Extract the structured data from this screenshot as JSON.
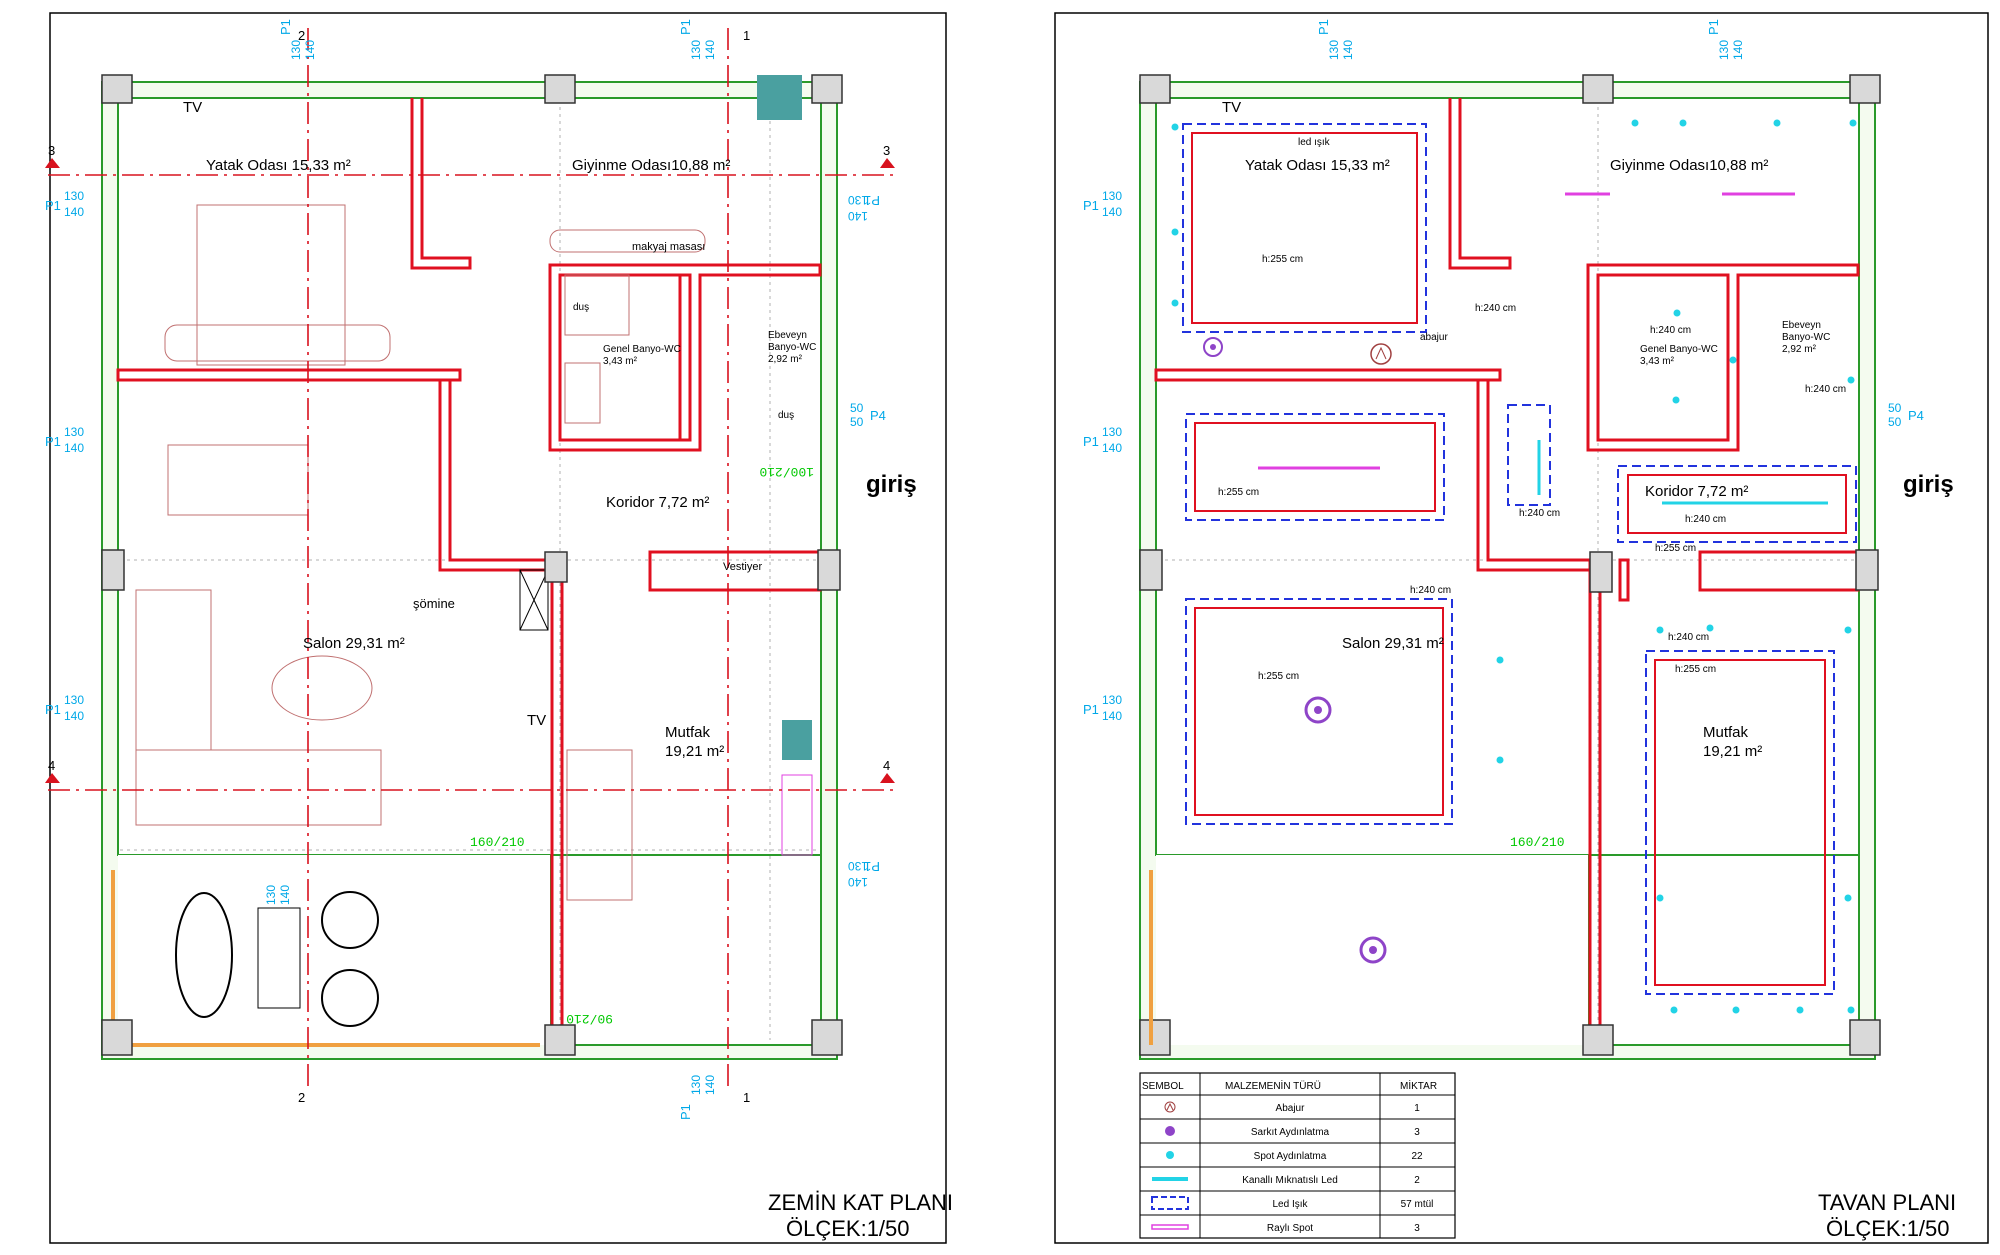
{
  "left_plan": {
    "title": "ZEMİN KAT PLANI",
    "scale": "ÖLÇEK:1/50",
    "rooms": {
      "yatak": "Yatak  Odası 15,33 m²",
      "giyinme": "Giyinme Odası10,88 m²",
      "genel_banyo_1": "Genel Banyo-WC",
      "genel_banyo_2": "3,43 m²",
      "ebeveyn_1": "Ebeveyn",
      "ebeveyn_2": "Banyo-WC",
      "ebeveyn_3": "2,92 m²",
      "koridor": "Koridor 7,72 m²",
      "salon": "Salon 29,31 m²",
      "mutfak_1": "Mutfak",
      "mutfak_2": "19,21 m²"
    },
    "labels": {
      "tv_top": "TV",
      "tv_salon": "TV",
      "makyaj": "makyaj masası",
      "dus_1": "duş",
      "dus_2": "duş",
      "somine": "şömine",
      "vestiyer": "Vestiyer",
      "giris": "giriş"
    },
    "axes": {
      "a1": "1",
      "a2": "2",
      "a3": "3",
      "a4": "4"
    },
    "windows": {
      "p1": "P1",
      "p4": "P4",
      "w_num": "130",
      "w_den": "140",
      "p4_num": "50",
      "p4_den": "50"
    },
    "doors": {
      "entry": "100/210",
      "balcony": "160/210",
      "kitchen": "90/210"
    }
  },
  "right_plan": {
    "title": "TAVAN PLANI",
    "scale": "ÖLÇEK:1/50",
    "rooms": {
      "yatak": "Yatak  Odası 15,33 m²",
      "giyinme": "Giyinme Odası10,88 m²",
      "genel_banyo_1": "Genel Banyo-WC",
      "genel_banyo_2": "3,43 m²",
      "ebeveyn_1": "Ebeveyn",
      "ebeveyn_2": "Banyo-WC",
      "ebeveyn_3": "2,92 m²",
      "koridor": "Koridor 7,72 m²",
      "salon": "Salon 29,31 m²",
      "mutfak_1": "Mutfak",
      "mutfak_2": "19,21 m²"
    },
    "labels": {
      "tv_top": "TV",
      "giris": "giriş",
      "abajur": "abajur",
      "led_isik": "led ışık"
    },
    "heights": {
      "h255": "h:255 cm",
      "h240": "h:240 cm"
    },
    "legend": {
      "headers": [
        "SEMBOL",
        "MALZEMENİN TÜRÜ",
        "MİKTAR"
      ],
      "rows": [
        {
          "icon": "abajur-symbol-icon",
          "name": "Abajur",
          "qty": "1"
        },
        {
          "icon": "pendant-light-icon",
          "name": "Sarkıt Aydınlatma",
          "qty": "3"
        },
        {
          "icon": "spot-light-icon",
          "name": "Spot Aydınlatma",
          "qty": "22"
        },
        {
          "icon": "magnetic-led-icon",
          "name": "Kanallı Mıknatıslı Led",
          "qty": "2"
        },
        {
          "icon": "led-strip-icon",
          "name": "Led Işık",
          "qty": "57 mtül"
        },
        {
          "icon": "rail-spot-icon",
          "name": "Raylı  Spot",
          "qty": "3"
        }
      ]
    }
  },
  "colors": {
    "wall": "#e01020",
    "axis": "#d8121e",
    "outer_wall": "#2a9a2a",
    "window_label": "#00a8e8",
    "spot": "#22d3e6",
    "pendant": "#8e44c8",
    "led": "#2233dd",
    "rail": "#e040e0"
  }
}
